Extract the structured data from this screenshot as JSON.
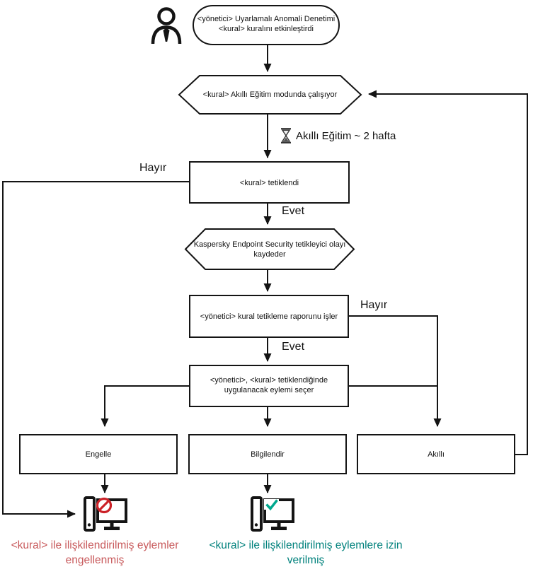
{
  "diagram_type": "flowchart",
  "language": "tr",
  "colors": {
    "line": "#141414",
    "node_fill": "#ffffff",
    "blocked_caption": "#c85a5c",
    "allowed_caption": "#00817c",
    "prohibition_badge": "#cb2127",
    "check_badge": "#00a88e"
  },
  "nodes": {
    "start": {
      "line1": "<yönetici> Uyarlamalı Anomali Denetimi",
      "line2": "<kural> kuralını etkinleştirdi"
    },
    "training_mode": {
      "label": "<kural> Akıllı Eğitim modunda çalışıyor"
    },
    "training_duration": {
      "label": "Akıllı Eğitim ~ 2 hafta"
    },
    "rule_triggered": {
      "label": "<kural> tetiklendi"
    },
    "log_event": {
      "line1": "Kaspersky Endpoint Security tetikleyici olayı",
      "line2": "kaydeder"
    },
    "process_report": {
      "label": "<yönetici> kural tetikleme raporunu işler"
    },
    "select_action": {
      "line1": "<yönetici>, <kural> tetiklendiğinde",
      "line2": "uygulanacak eylemi seçer"
    },
    "action_block": {
      "label": "Engelle"
    },
    "action_inform": {
      "label": "Bilgilendir"
    },
    "action_smart": {
      "label": "Akıllı"
    }
  },
  "edge_labels": {
    "rule_no": "Hayır",
    "rule_yes": "Evet",
    "report_no": "Hayır",
    "report_yes": "Evet"
  },
  "outcomes": {
    "blocked": {
      "line1": "<kural> ile ilişkilendirilmiş eylemler",
      "line2": "engellenmiş"
    },
    "allowed": {
      "line1": "<kural> ile ilişkilendirilmiş eylemlere izin",
      "line2": "verilmiş"
    }
  },
  "icons": {
    "actor": "person-icon",
    "wait": "hourglass-icon",
    "blocked_endpoint": "computer-blocked-icon",
    "allowed_endpoint": "computer-allowed-icon"
  }
}
